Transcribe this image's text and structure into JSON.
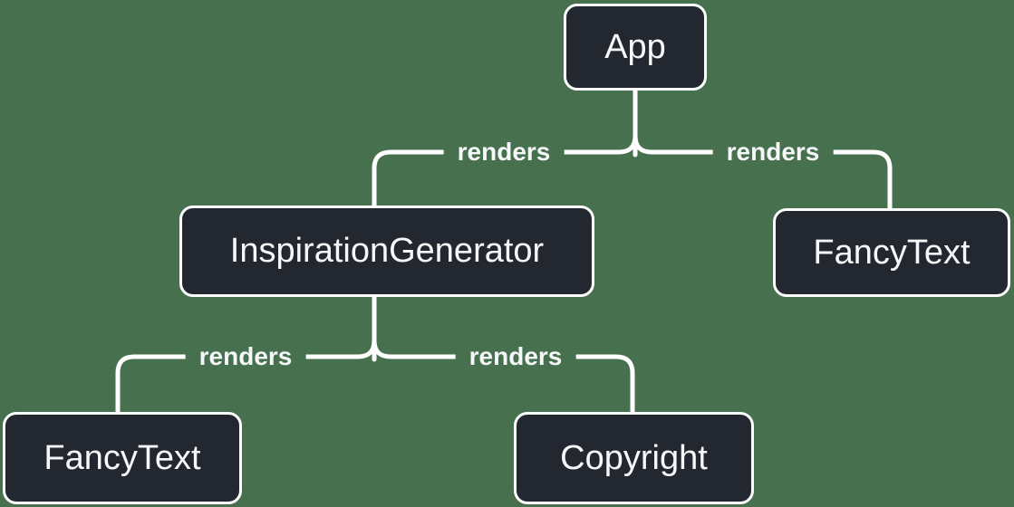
{
  "diagram": {
    "type": "component-render-tree",
    "nodes": [
      {
        "id": "app",
        "label": "App"
      },
      {
        "id": "inspiration-generator",
        "label": "InspirationGenerator"
      },
      {
        "id": "fancy-text-top-right",
        "label": "FancyText"
      },
      {
        "id": "fancy-text-bottom-left",
        "label": "FancyText"
      },
      {
        "id": "copyright",
        "label": "Copyright"
      }
    ],
    "edges": [
      {
        "from": "App",
        "to": "InspirationGenerator",
        "label": "renders"
      },
      {
        "from": "App",
        "to": "FancyText",
        "label": "renders"
      },
      {
        "from": "InspirationGenerator",
        "to": "FancyText",
        "label": "renders"
      },
      {
        "from": "InspirationGenerator",
        "to": "Copyright",
        "label": "renders"
      }
    ],
    "colors": {
      "background": "#47704E",
      "node_fill": "#23272F",
      "node_border": "#FFFFFF",
      "line": "#FFFFFF",
      "label_text": "#F6F7F9"
    }
  }
}
